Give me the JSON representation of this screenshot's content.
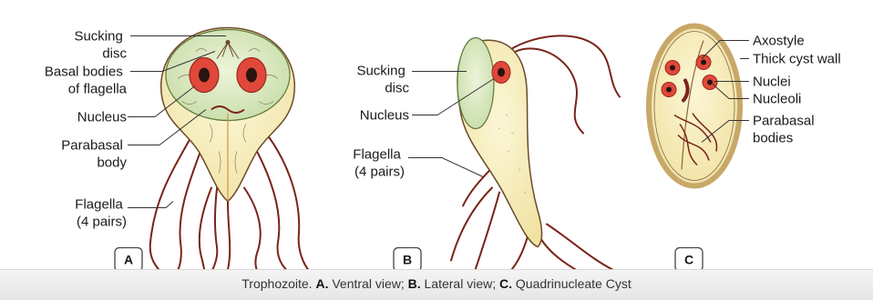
{
  "panel_a": {
    "letter": "A",
    "labels": {
      "sucking_disc": [
        "Sucking",
        "disc"
      ],
      "basal_bodies": [
        "Basal bodies",
        "of flagella"
      ],
      "nucleus": "Nucleus",
      "parabasal_body": [
        "Parabasal",
        "body"
      ],
      "flagella": [
        "Flagella",
        "(4 pairs)"
      ]
    }
  },
  "panel_b": {
    "letter": "B",
    "labels": {
      "sucking_disc": [
        "Sucking",
        "disc"
      ],
      "nucleus": "Nucleus",
      "flagella": [
        "Flagella",
        "(4 pairs)"
      ]
    }
  },
  "panel_c": {
    "letter": "C",
    "labels": {
      "axostyle": "Axostyle",
      "cyst_wall": "Thick cyst wall",
      "nuclei": "Nuclei",
      "nucleoli": "Nucleoli",
      "parabasal_bodies": [
        "Parabasal",
        "bodies"
      ]
    }
  },
  "caption": {
    "lead": "Trophozoite.",
    "a_key": "A.",
    "a_text": "Ventral view;",
    "b_key": "B.",
    "b_text": "Lateral view;",
    "c_key": "C.",
    "c_text": "Quadrinucleate Cyst"
  },
  "colors": {
    "cell_fill": "#f7f1c6",
    "disc_fill": "#dcebc4",
    "nucleus_red": "#e0483a",
    "flagella": "#7a2418",
    "outline": "#6b4a2a"
  }
}
